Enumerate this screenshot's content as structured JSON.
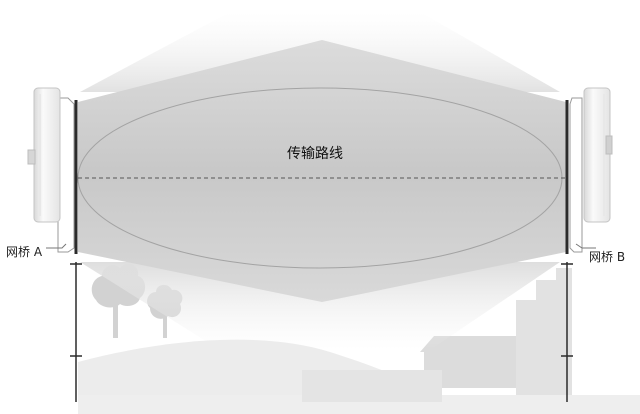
{
  "diagram": {
    "center_label": "传输路线",
    "bridge_a": {
      "label": "网桥 A"
    },
    "bridge_b": {
      "label": "网桥 B"
    },
    "colors": {
      "beam": "#c9c9c9",
      "beam_edge": "#e6e6e6",
      "ellipse": "#9a9a9a",
      "dashed_line": "#555555",
      "pole": "#2b2b2b",
      "scenery": "#e8e8e8",
      "trees": "#cfcfcf",
      "device": "#f2f2f2"
    },
    "icons": [
      "wireless-bridge-icon",
      "tree-icon",
      "house-icon",
      "building-icon"
    ]
  }
}
